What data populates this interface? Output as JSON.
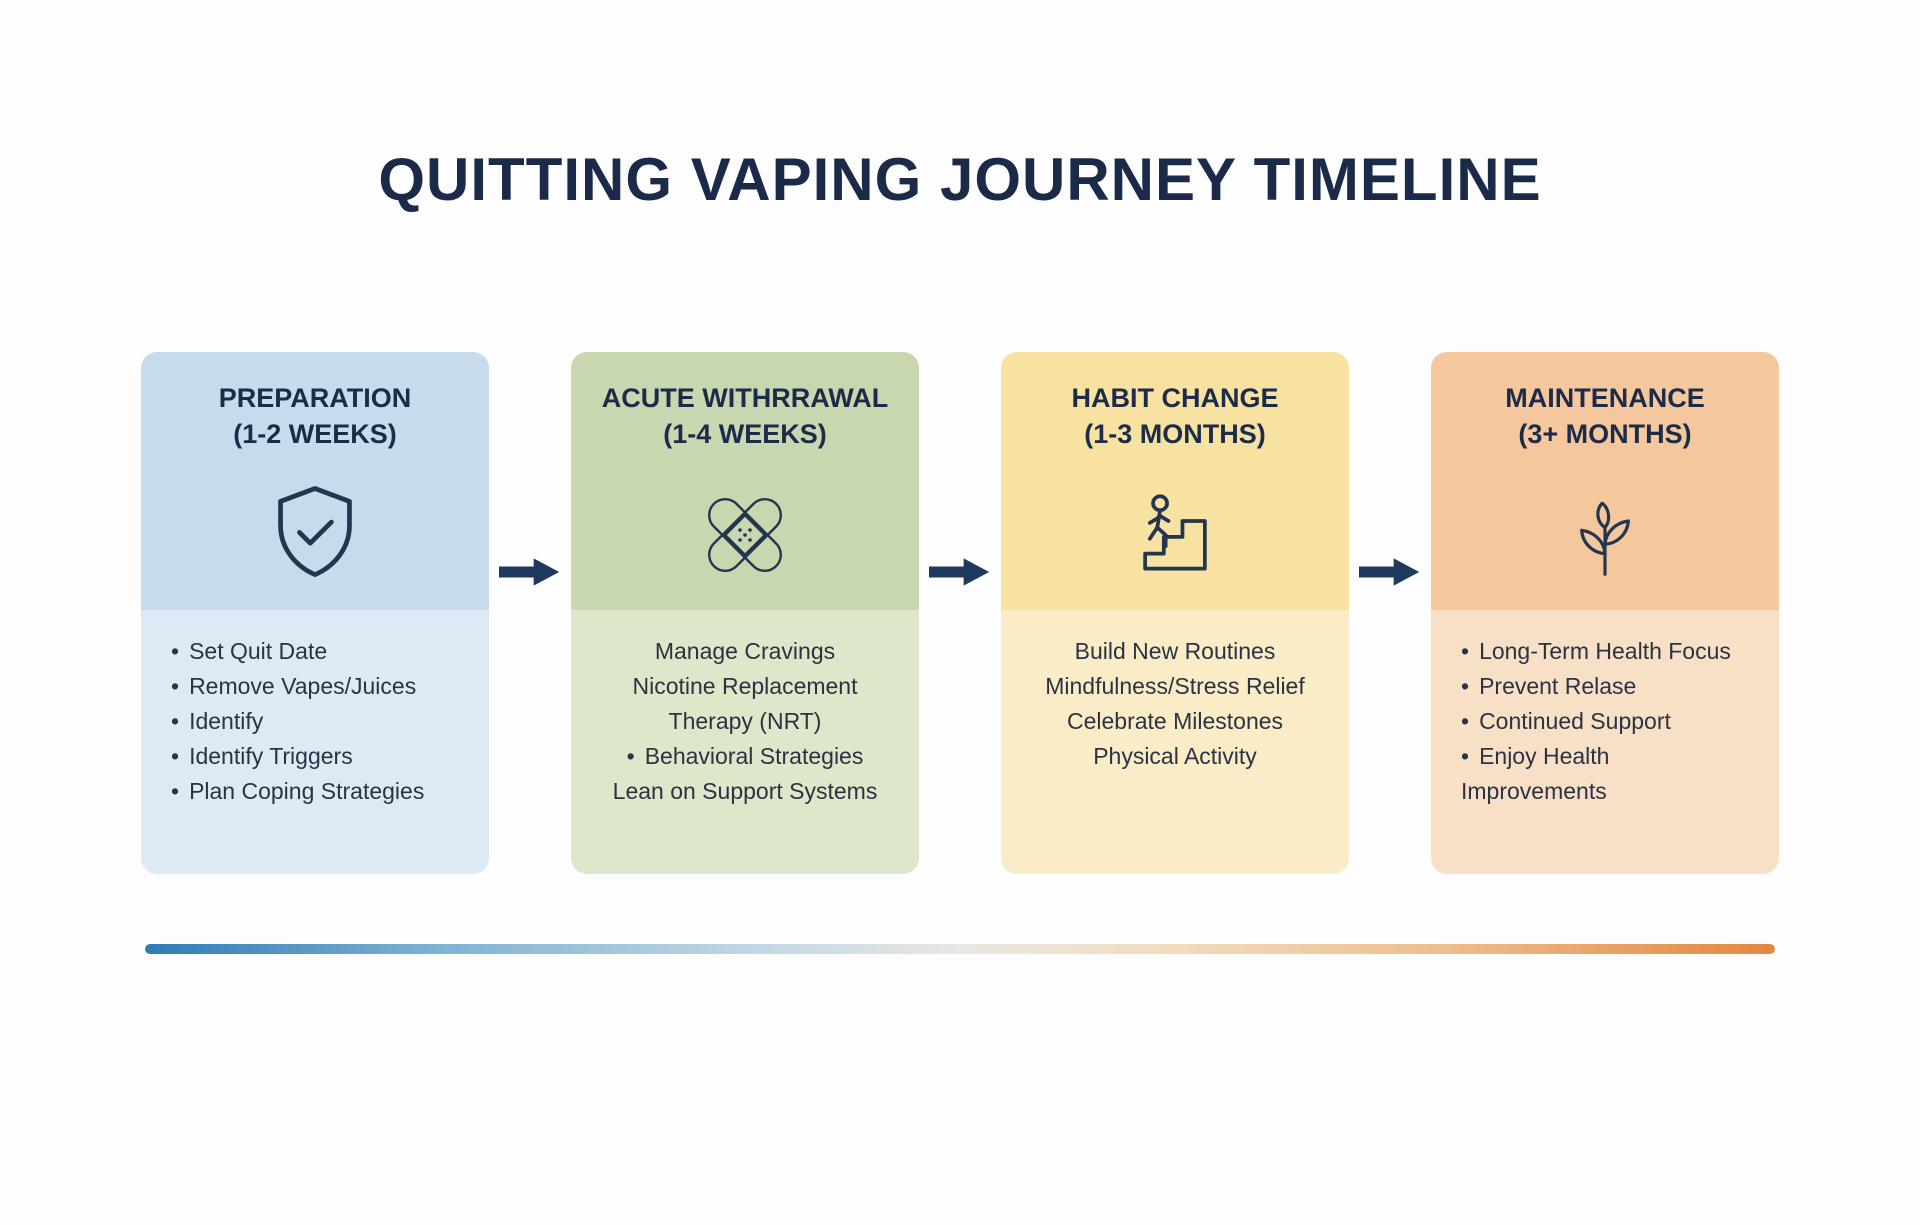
{
  "title": "QUITTING VAPING JOURNEY TIMELINE",
  "colors": {
    "title": "#1c2a49",
    "arrow": "#1e3a5f",
    "bar_gradient_start": "#2e7cb5",
    "bar_gradient_end": "#e2873f"
  },
  "stages": [
    {
      "name": "PREPARATION",
      "duration": "(1-2 WEEKS)",
      "icon": "shield-check-icon",
      "colors": {
        "top": "#c6dbeb",
        "bottom": "#ddeaf5"
      },
      "items": [
        "Set Quit Date",
        "Remove Vapes/Juices",
        "Identify",
        "Identify Triggers",
        "Plan Coping Strategies"
      ]
    },
    {
      "name": "ACUTE WITHRRAWAL",
      "duration": "(1-4 WEEKS)",
      "icon": "bandage-icon",
      "colors": {
        "top": "#c8d7af",
        "bottom": "#dde7ca"
      },
      "items": [
        "Manage Cravings",
        "Nicotine Replacement Therapy (NRT)",
        "Behavioral Strategies",
        "Lean on Support Systems"
      ]
    },
    {
      "name": "HABIT CHANGE",
      "duration": "(1-3 MONTHS)",
      "icon": "stairs-person-icon",
      "colors": {
        "top": "#f8e2a1",
        "bottom": "#faecc7"
      },
      "items": [
        "Build New Routines",
        "Mindfulness/Stress Relief",
        "Celebrate Milestones",
        "Physical Activity"
      ]
    },
    {
      "name": "MAINTENANCE",
      "duration": "(3+ MONTHS)",
      "icon": "plant-icon",
      "colors": {
        "top": "#f4c89c",
        "bottom": "#f8e0c7"
      },
      "items": [
        "Long-Term Health Focus",
        "Prevent Relase",
        "Continued Support",
        "Enjoy Health Improvements"
      ]
    }
  ]
}
